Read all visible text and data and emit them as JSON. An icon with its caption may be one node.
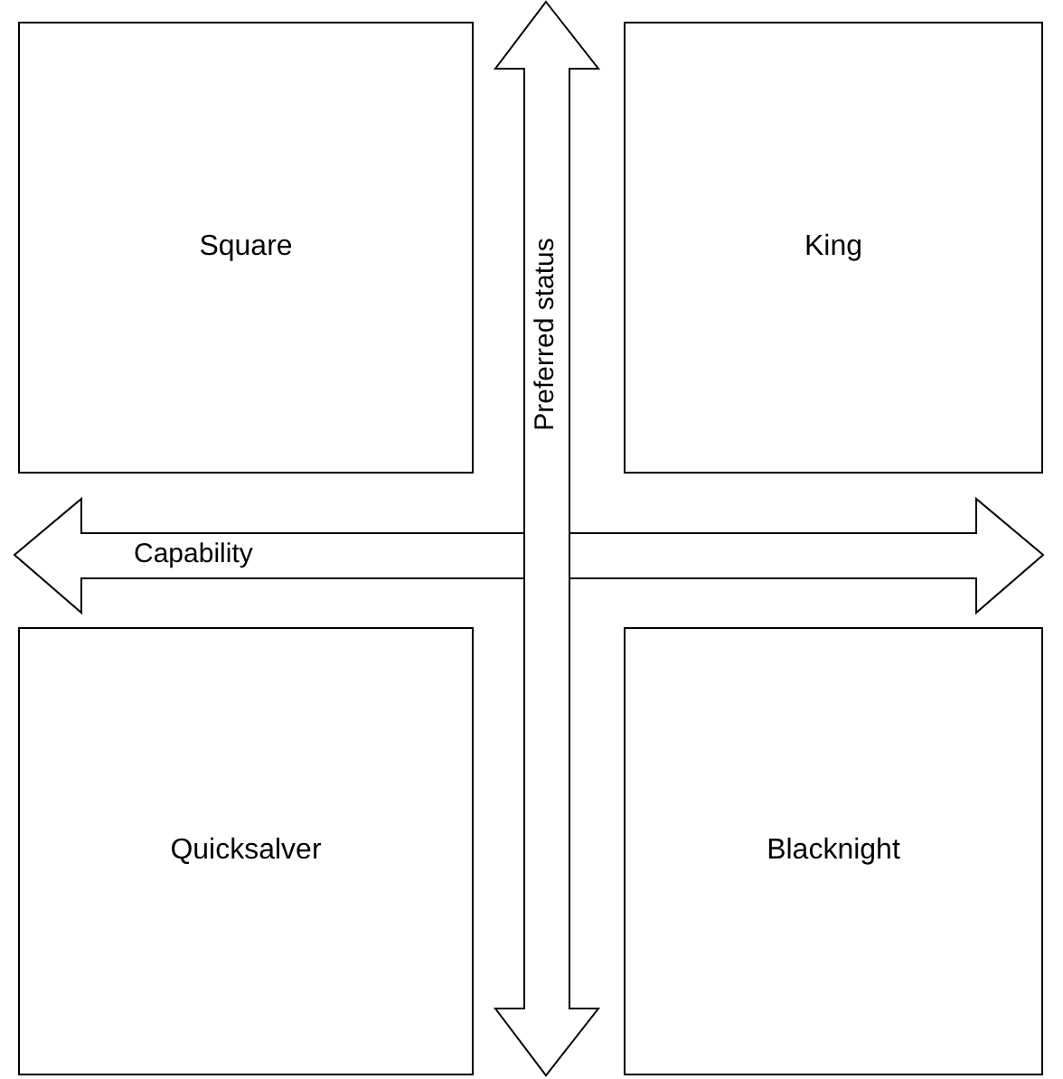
{
  "diagram": {
    "nodes": [
      {
        "text": [
          "Square"
        ]
      },
      {
        "text": [
          "King"
        ]
      },
      {
        "text": [
          "Quicksalver"
        ]
      },
      {
        "text": [
          "Blacknight"
        ]
      }
    ],
    "labels": [
      "Preferred status",
      "Capability"
    ]
  }
}
